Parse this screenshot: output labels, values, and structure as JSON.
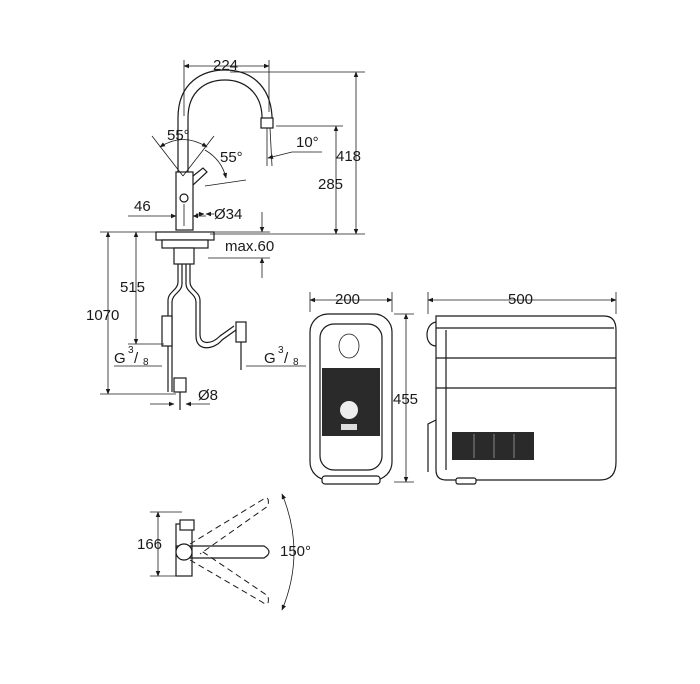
{
  "faucet": {
    "width_label": "224",
    "height_label": "418",
    "spout_height_label": "285",
    "swivel_angle_left": "55°",
    "swivel_angle_right": "55°",
    "tilt_angle": "10°",
    "base_offset_label": "46",
    "hole_diameter_label": "Ø34",
    "deck_thickness_label": "max.60",
    "hose_length_label": "515",
    "total_length_label": "1070",
    "thread_left": {
      "prefix": "G",
      "num": "3",
      "den": "8"
    },
    "thread_right": {
      "prefix": "G",
      "num": "3",
      "den": "8"
    },
    "pipe_diameter_label": "Ø8"
  },
  "filter_unit": {
    "width_label": "200",
    "height_label": "455"
  },
  "chiller_unit": {
    "width_label": "500"
  },
  "top_view": {
    "offset_label": "166",
    "rotation_label": "150°"
  }
}
